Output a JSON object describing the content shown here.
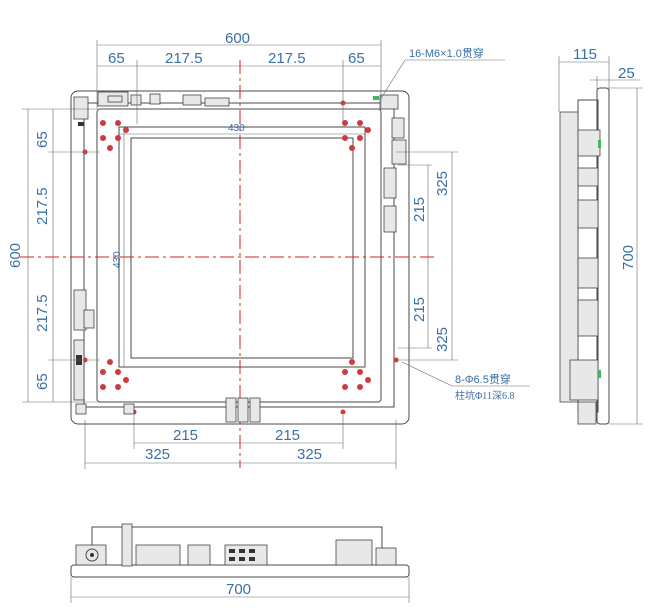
{
  "dimensions": {
    "top_overall": "600",
    "top_65_left": "65",
    "top_217_left": "217.5",
    "top_217_right": "217.5",
    "top_65_right": "65",
    "left_65_top": "65",
    "left_217_top": "217.5",
    "left_600": "600",
    "left_217_bottom": "217.5",
    "left_65_bottom": "65",
    "inner_430_h": "430",
    "inner_430_v": "430",
    "right_325_top": "325",
    "right_215_top": "215",
    "right_215_bottom": "215",
    "right_325_bottom": "325",
    "bottom_215_left": "215",
    "bottom_215_right": "215",
    "bottom_325_left": "325",
    "bottom_325_right": "325",
    "side_115": "115",
    "side_25": "25",
    "side_700": "700",
    "bottom_view_700": "700"
  },
  "notes": {
    "thread_note": "16-M6×1.0贯穿",
    "hole_note_line1": "8-Φ6.5贯穿",
    "hole_note_line2": "柱坑Φ11深6.8"
  }
}
